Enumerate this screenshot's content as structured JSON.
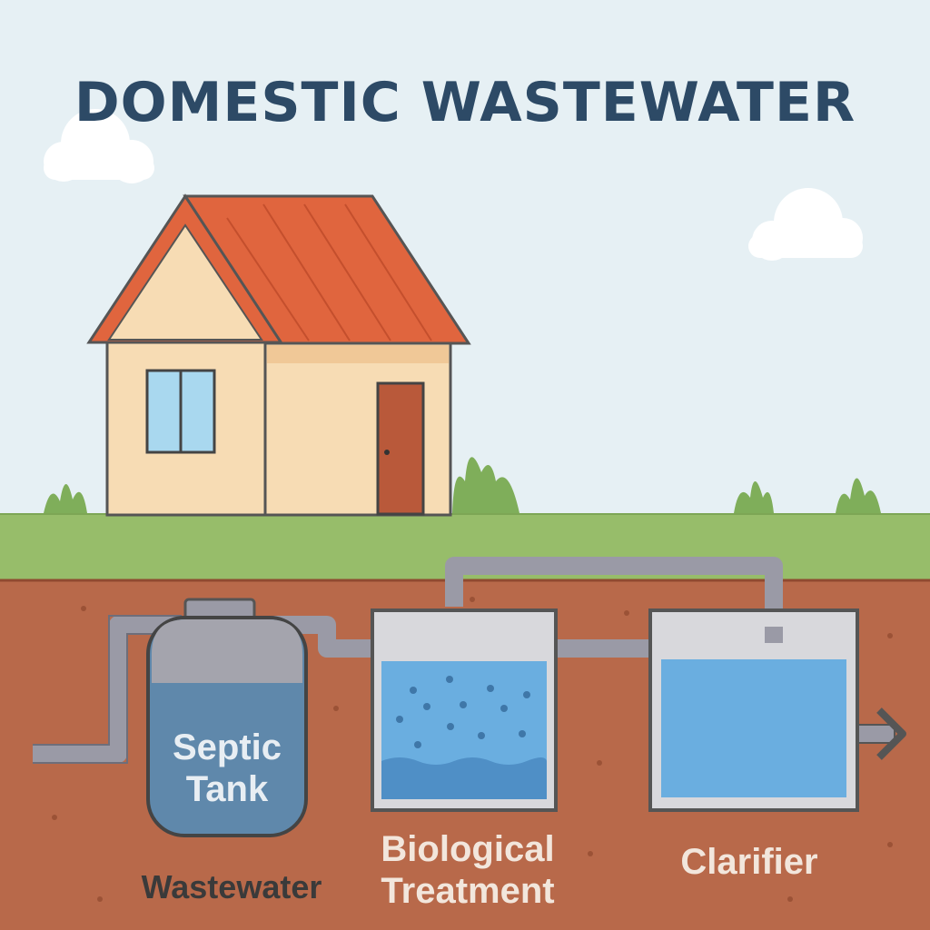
{
  "title": "DOMESTIC WASTEWATER",
  "labels": {
    "septic_tank_line1": "Septic",
    "septic_tank_line2": "Tank",
    "wastewater": "Wastewater",
    "biological_line1": "Biological",
    "biological_line2": "Treatment",
    "clarifier": "Clarifier"
  },
  "colors": {
    "sky": "#e6f0f4",
    "grass": "#97bd6a",
    "soil": "#b8694a",
    "roof": "#e0653e",
    "wall": "#f7dcb4",
    "door": "#b9593a",
    "pipe": "#9a9aa6",
    "water": "#6aaee0",
    "title": "#2d4a66"
  }
}
